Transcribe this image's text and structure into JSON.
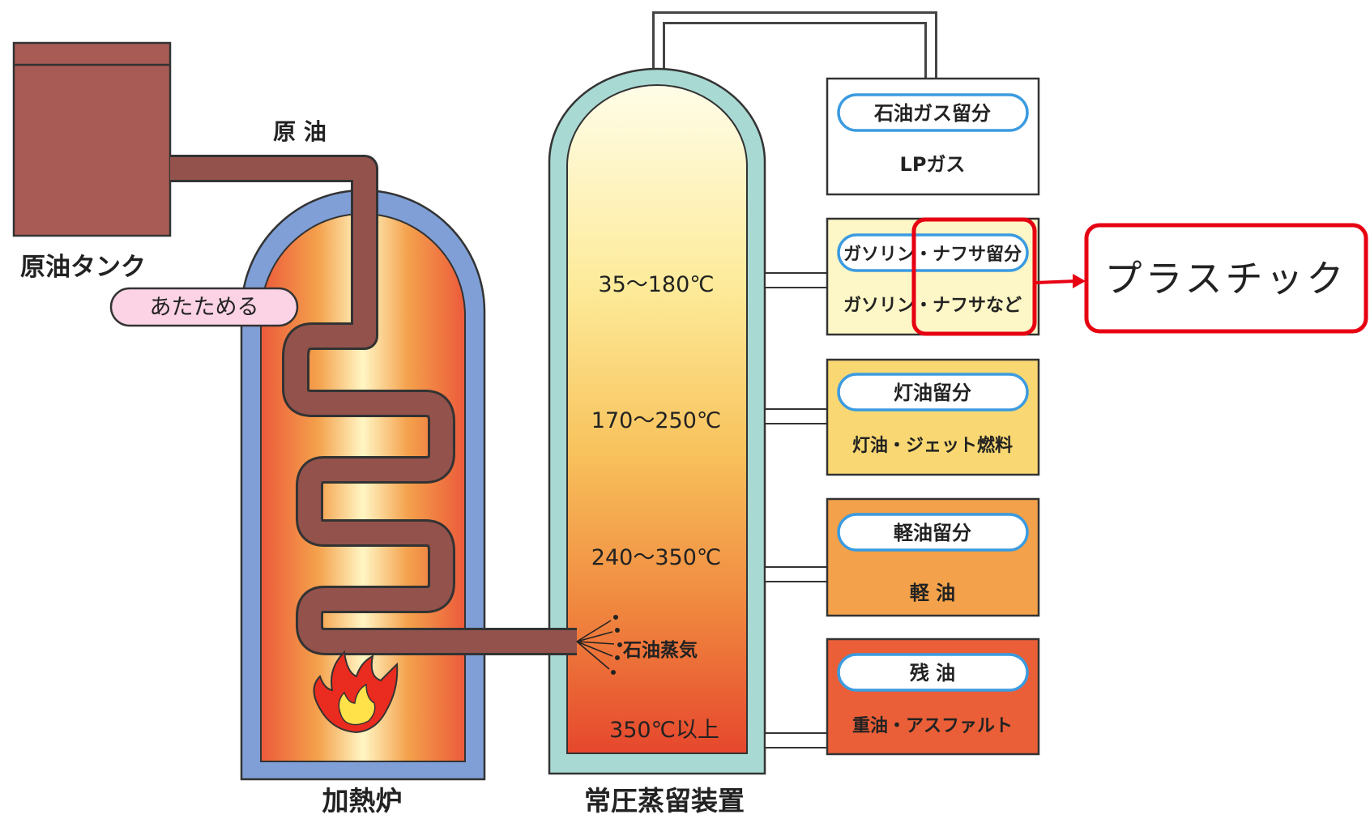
{
  "labels": {
    "crude_oil": "原 油",
    "crude_tank": "原油タンク",
    "heat_tag": "あたためる",
    "furnace": "加熱炉",
    "distiller": "常圧蒸留装置",
    "vapor": "石油蒸気"
  },
  "temperatures": [
    "35〜180℃",
    "170〜250℃",
    "240〜350℃",
    "350℃以上"
  ],
  "products": [
    {
      "fraction": "石油ガス留分",
      "product": "LPガス",
      "fill": "#ffffff"
    },
    {
      "fraction": "ガソリン・ナフサ留分",
      "product": "ガソリン・ナフサなど",
      "fill": "#fdf6c6"
    },
    {
      "fraction": "灯油留分",
      "product": "灯油・ジェット燃料",
      "fill": "#f9d873"
    },
    {
      "fraction": "軽油留分",
      "product": "軽 油",
      "fill": "#f3a14a"
    },
    {
      "fraction": "残 油",
      "product": "重油・アスファルト",
      "fill": "#ea5f38"
    }
  ],
  "callout": {
    "text": "プラスチック",
    "color": "#e60012"
  },
  "colors": {
    "tank": "#a85b55",
    "pipe": "#93524c",
    "furnace_shell": "#7f9fd6",
    "column_shell": "#a9d9d3",
    "pill_border": "#3b9be0",
    "heat_tag_fill": "#fbd3e4"
  }
}
